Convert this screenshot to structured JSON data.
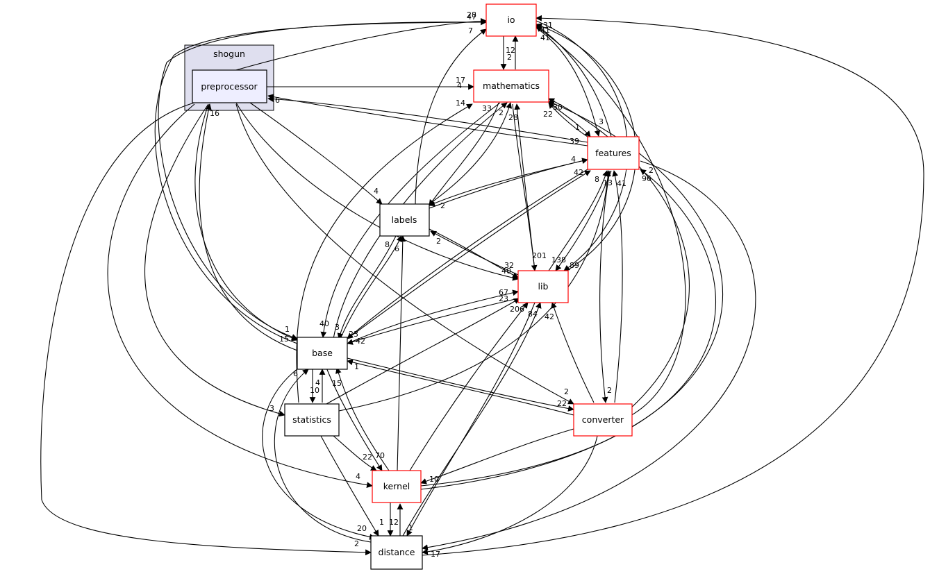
{
  "cluster": {
    "label": "shogun"
  },
  "nodes": {
    "io": "io",
    "mathematics": "mathematics",
    "preprocessor": "preprocessor",
    "features": "features",
    "labels": "labels",
    "lib": "lib",
    "base": "base",
    "statistics": "statistics",
    "converter": "converter",
    "kernel": "kernel",
    "distance": "distance"
  },
  "colors": {
    "red_border": "#ff0000",
    "black_border": "#000000",
    "cluster_fill": "#dfdfef",
    "cluster_border": "#000000",
    "preprocessor_fill": "#eeeeff"
  },
  "edge_labels": [
    "28",
    "47",
    "7",
    "41",
    "31",
    "41",
    "12",
    "2",
    "17",
    "4",
    "6",
    "14",
    "33",
    "2",
    "28",
    "30",
    "22",
    "1",
    "3",
    "39",
    "4",
    "42",
    "8",
    "13",
    "41",
    "2",
    "96",
    "4",
    "2",
    "8",
    "6",
    "2",
    "32",
    "40",
    "201",
    "138",
    "89",
    "67",
    "23",
    "206",
    "84",
    "42",
    "1",
    "15",
    "40",
    "3",
    "23",
    "42",
    "1",
    "6",
    "4",
    "10",
    "15",
    "2",
    "22",
    "2",
    "3",
    "22",
    "70",
    "4",
    "10",
    "20",
    "2",
    "1",
    "12",
    "1",
    "17",
    "16"
  ]
}
